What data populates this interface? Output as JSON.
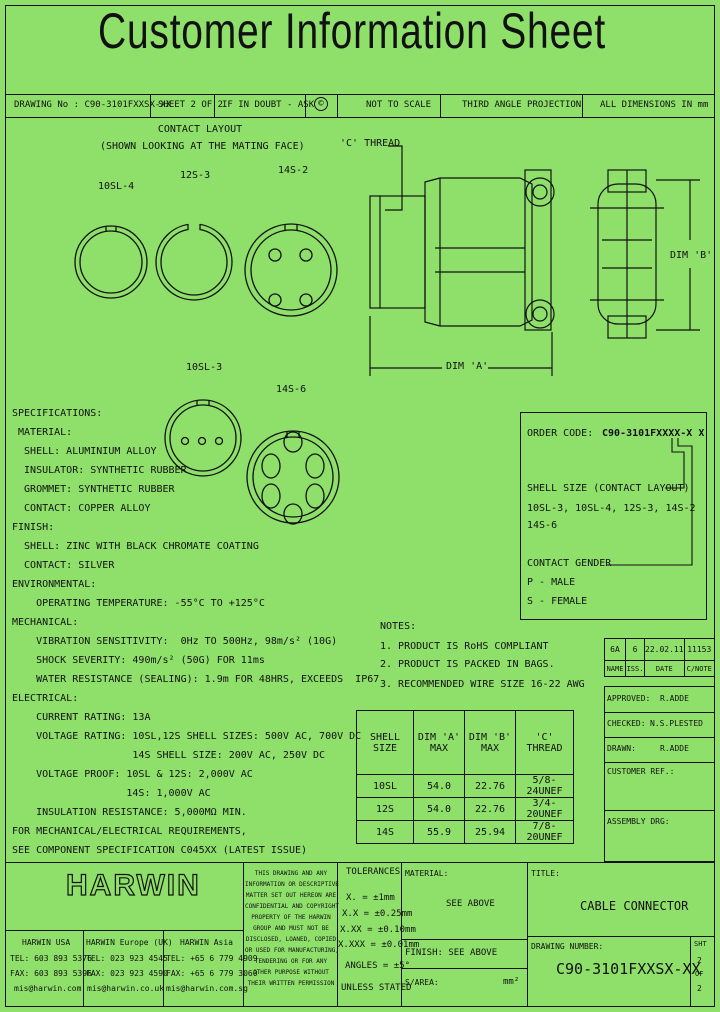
{
  "title": "Customer Information Sheet",
  "info_row": [
    "DRAWING No : C90-3101FXXSX-XX",
    "SHEET 2 OF 2",
    "IF IN DOUBT - ASK",
    "©",
    "NOT TO SCALE",
    "THIRD ANGLE PROJECTION",
    "ALL DIMENSIONS IN mm"
  ],
  "layout": {
    "heading": [
      "CONTACT LAYOUT",
      "(SHOWN LOOKING AT THE MATING FACE)"
    ],
    "names": [
      "10SL-4",
      "12S-3",
      "14S-2",
      "10SL-3",
      "14S-6"
    ]
  },
  "drawing_labels": {
    "thread": "'C' THREAD",
    "dim_a": "DIM 'A'",
    "dim_b": "DIM 'B'"
  },
  "specs": [
    "SPECIFICATIONS:",
    " MATERIAL:",
    "  SHELL: ALUMINIUM ALLOY",
    "  INSULATOR: SYNTHETIC RUBBER",
    "  GROMMET: SYNTHETIC RUBBER",
    "  CONTACT: COPPER ALLOY",
    "FINISH:",
    "  SHELL: ZINC WITH BLACK CHROMATE COATING",
    "  CONTACT: SILVER",
    "ENVIRONMENTAL:",
    "    OPERATING TEMPERATURE: -55°C TO +125°C",
    "MECHANICAL:",
    "    VIBRATION SENSITIVITY:  0Hz TO 500Hz, 98m/s² (10G)",
    "    SHOCK SEVERITY: 490m/s² (50G) FOR 11ms",
    "    WATER RESISTANCE (SEALING): 1.9m FOR 48HRS, EXCEEDS  IP67",
    "ELECTRICAL:",
    "    CURRENT RATING: 13A",
    "    VOLTAGE RATING: 10SL,12S SHELL SIZES: 500V AC, 700V DC",
    "                    14S SHELL SIZE: 200V AC, 250V DC",
    "    VOLTAGE PROOF: 10SL & 12S: 2,000V AC",
    "                   14S: 1,000V AC",
    "    INSULATION RESISTANCE: 5,000MΩ MIN.",
    "FOR MECHANICAL/ELECTRICAL REQUIREMENTS,",
    "SEE COMPONENT SPECIFICATION C045XX (LATEST ISSUE)"
  ],
  "order": {
    "label": "ORDER CODE:",
    "code": "C90-3101FXXXX-X X",
    "shell_lines": [
      "SHELL SIZE (CONTACT LAYOUT)",
      "10SL-3, 10SL-4, 12S-3, 14S-2",
      "14S-6"
    ],
    "gender_lines": [
      "CONTACT GENDER",
      "P - MALE",
      "S - FEMALE"
    ]
  },
  "notes": [
    "NOTES:",
    "1. PRODUCT IS RoHS COMPLIANT",
    "2. PRODUCT IS PACKED IN BAGS.",
    "3. RECOMMENDED WIRE SIZE 16-22 AWG"
  ],
  "dim_table": {
    "headers": [
      "SHELL SIZE",
      "DIM 'A' MAX",
      "DIM 'B' MAX",
      "'C' THREAD"
    ],
    "rows": [
      [
        "10SL",
        "54.0",
        "22.76",
        "5/8-24UNEF"
      ],
      [
        "12S",
        "54.0",
        "22.76",
        "3/4-20UNEF"
      ],
      [
        "14S",
        "55.9",
        "25.94",
        "7/8-20UNEF"
      ]
    ]
  },
  "revision": {
    "row": [
      "6A",
      "6",
      "22.02.11",
      "11153"
    ],
    "headers": [
      "NAME",
      "ISS.",
      "DATE",
      "C/NOTE"
    ]
  },
  "approvals": [
    {
      "label": "APPROVED:",
      "value": "R.ADDE"
    },
    {
      "label": "CHECKED:",
      "value": "N.S.PLESTED"
    },
    {
      "label": "DRAWN:",
      "value": "R.ADDE"
    },
    {
      "label": "CUSTOMER REF.:",
      "value": ""
    },
    {
      "label": "ASSEMBLY DRG:",
      "value": ""
    }
  ],
  "footer": {
    "logo": "HARWIN",
    "offices": [
      {
        "name": "HARWIN USA",
        "tel": "TEL: 603 893 5376",
        "fax": "FAX: 603 893 5396",
        "email": "mis@harwin.com"
      },
      {
        "name": "HARWIN Europe (UK)",
        "tel": "TEL: 023 923 4545",
        "fax": "FAX: 023 923 4590",
        "email": "mis@harwin.co.uk"
      },
      {
        "name": "HARWIN Asia",
        "tel": "TEL: +65 6 779 4909",
        "fax": "FAX: +65 6 779 3060",
        "email": "mis@harwin.com.sg"
      }
    ],
    "legal": [
      "THIS DRAWING AND ANY",
      "INFORMATION OR DESCRIPTIVE",
      "MATTER SET OUT HEREON ARE",
      "CONFIDENTIAL AND COPYRIGHT",
      "PROPERTY OF THE HARWIN",
      "GROUP AND MUST NOT BE",
      "DISCLOSED, LOANED, COPIED",
      "OR USED FOR MANUFACTURING,",
      "TENDERING OR FOR ANY",
      "OTHER PURPOSE WITHOUT",
      "THEIR WRITTEN PERMISSION"
    ],
    "tolerances": {
      "title": "TOLERANCES",
      "lines": [
        "X. = ±1mm",
        "X.X = ±0.25mm",
        "X.XX = ±0.10mm",
        "X.XXX = ±0.01mm"
      ],
      "angles": "ANGLES = ±5°",
      "unless": "UNLESS STATED"
    },
    "material_label": "MATERIAL:",
    "material_value": "SEE ABOVE",
    "finish": "FINISH:  SEE ABOVE",
    "s_area": "S/AREA:",
    "s_area_unit": "mm²",
    "title_label": "TITLE:",
    "title_value": "CABLE CONNECTOR",
    "drawing_label": "DRAWING NUMBER:",
    "drawing_value": "C90-3101FXXSX-XX",
    "sheet": [
      "SHT",
      "2",
      "OF",
      "2"
    ]
  }
}
